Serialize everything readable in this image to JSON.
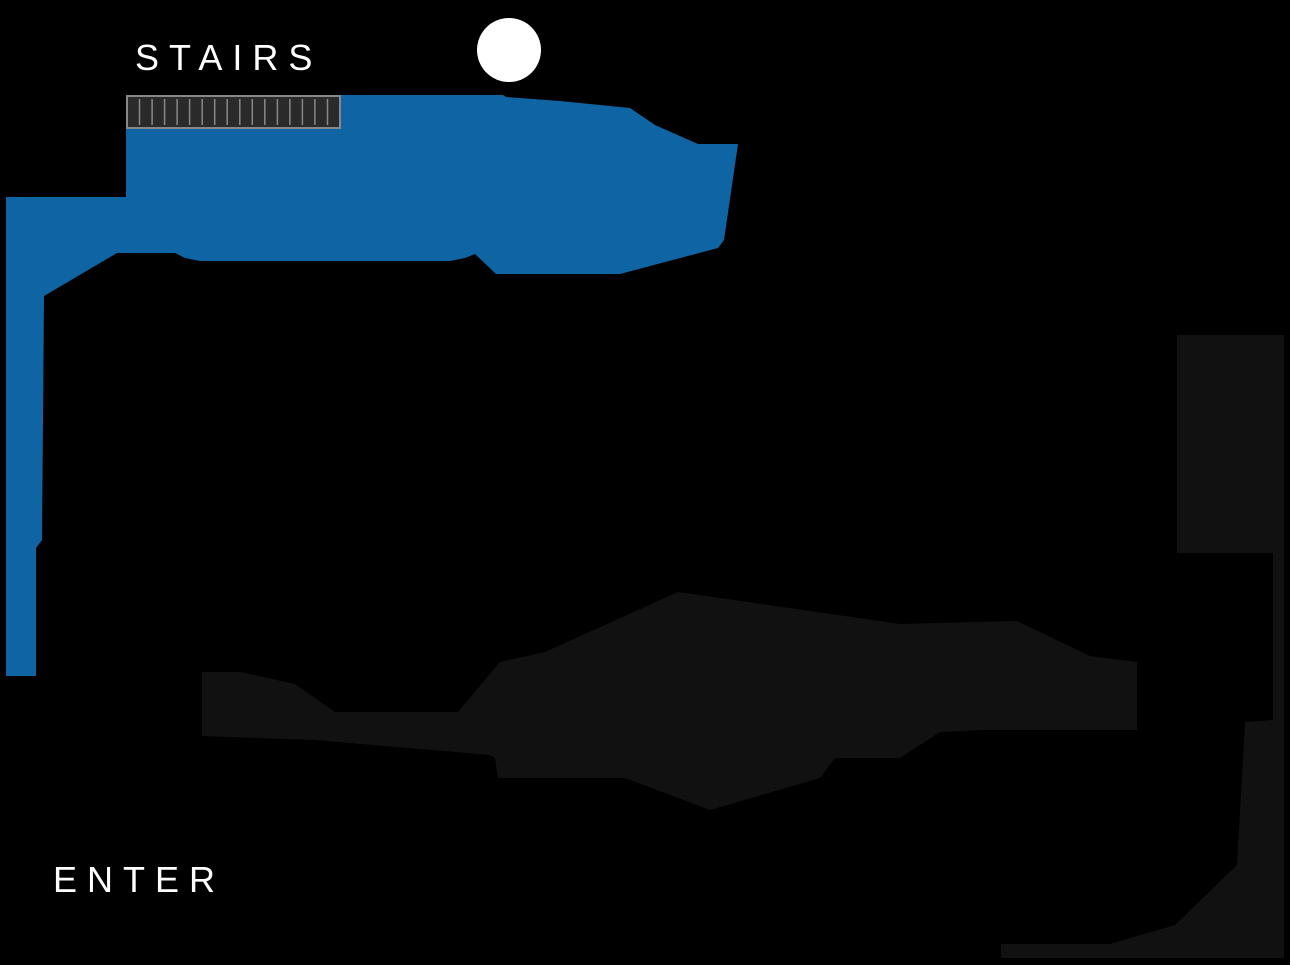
{
  "map": {
    "colors": {
      "background": "#000000",
      "explored_area": "#0f64a4",
      "unexplored_area": "#111111",
      "stairs_fill": "#2a2a2a",
      "stairs_stroke": "#888888",
      "player_marker": "#ffffff",
      "label_text": "#ffffff"
    },
    "labels": {
      "stairs": "STAIRS",
      "enter": "ENTER"
    },
    "regions": [
      {
        "id": "explored-room",
        "status": "explored"
      },
      {
        "id": "dark-room-corridor",
        "status": "unexplored"
      },
      {
        "id": "dark-wall-east",
        "status": "unexplored"
      }
    ],
    "markers": [
      {
        "id": "player-position",
        "icon": "player-marker-icon"
      },
      {
        "id": "stairs",
        "icon": "stairs-icon",
        "step_count": 17
      }
    ]
  }
}
